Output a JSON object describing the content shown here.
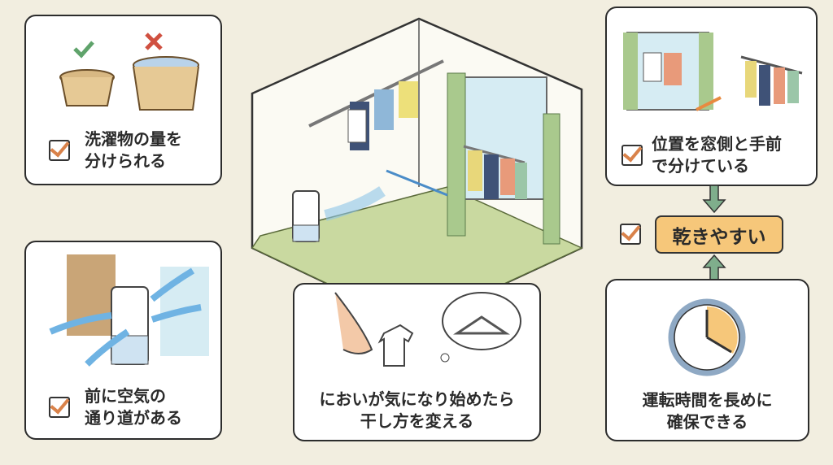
{
  "panels": {
    "laundry_amount": {
      "label_line1": "洗濯物の量を",
      "label_line2": "分けられる"
    },
    "airflow": {
      "label_line1": "前に空気の",
      "label_line2": "通り道がある"
    },
    "smell": {
      "label_line1": "においが気になり始めたら",
      "label_line2": "干し方を変える"
    },
    "position": {
      "label_line1": "位置を窓側と手前",
      "label_line2": "で分けている"
    },
    "runtime": {
      "label_line1": "運転時間を長めに",
      "label_line2": "確保できる"
    }
  },
  "result": {
    "label": "乾きやすい"
  },
  "colors": {
    "background": "#f2eee0",
    "check": "#d9824a",
    "result_fill": "#f6c77a",
    "arrow": "#7fae8c",
    "tatami": "#c9d9a0"
  }
}
